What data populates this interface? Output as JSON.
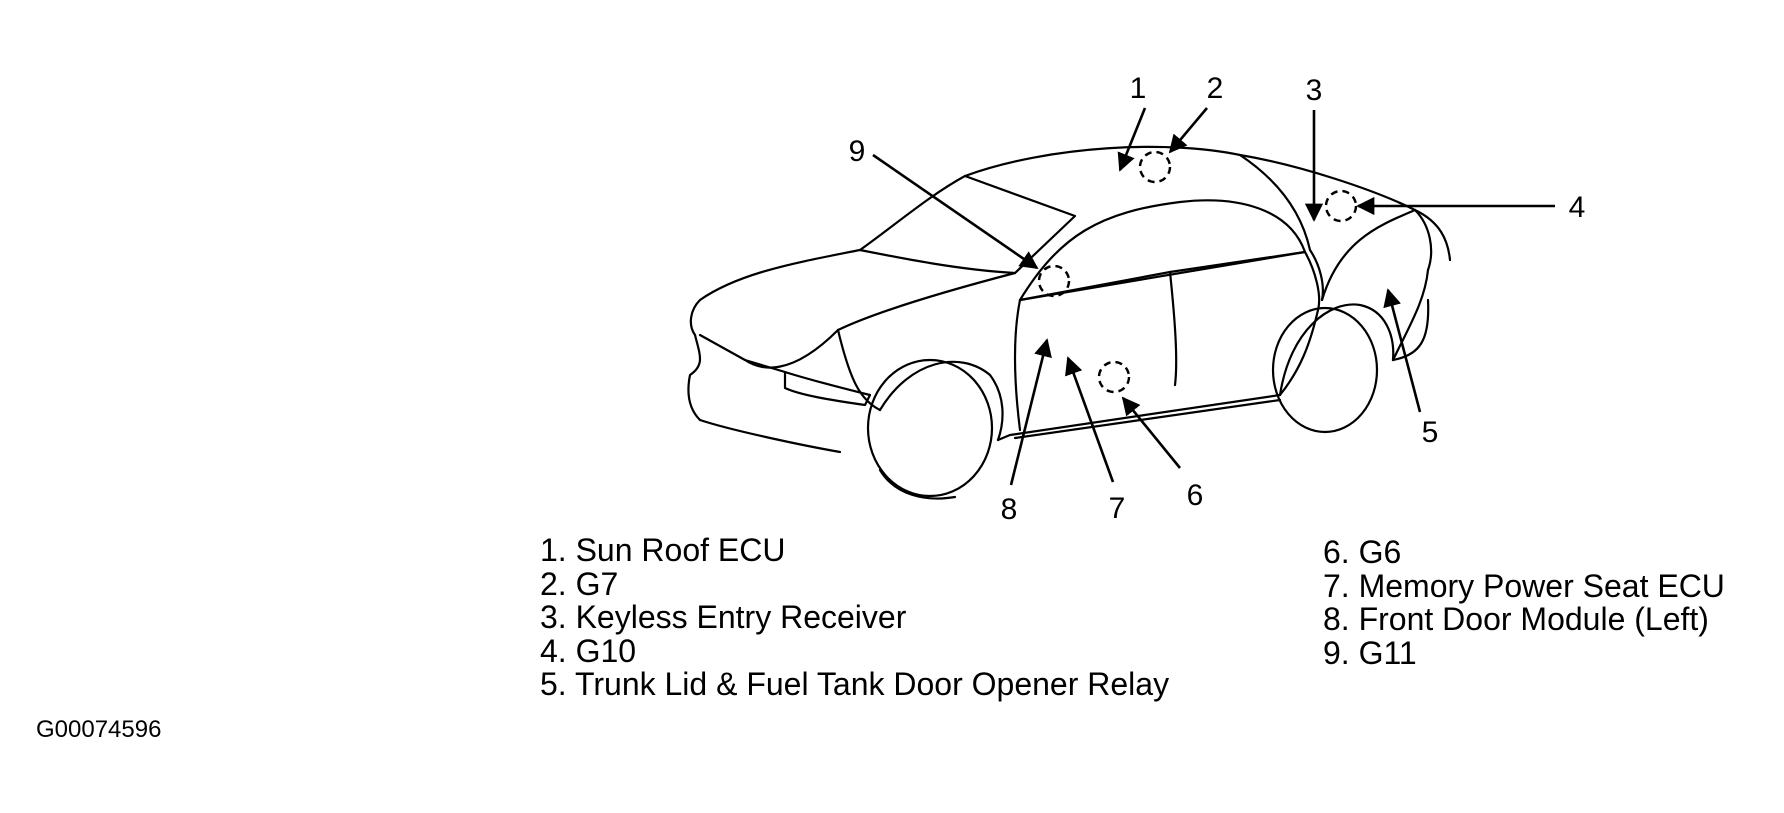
{
  "figure_id": "G00074596",
  "callouts": [
    "1",
    "2",
    "3",
    "4",
    "5",
    "6",
    "7",
    "8",
    "9"
  ],
  "legend_left": [
    "1. Sun Roof ECU",
    "2. G7",
    "3. Keyless Entry Receiver",
    "4. G10",
    "5. Trunk Lid & Fuel Tank Door Opener Relay"
  ],
  "legend_right": [
    "6. G6",
    "7. Memory Power Seat ECU",
    "8. Front Door Module (Left)",
    "9. G11"
  ]
}
